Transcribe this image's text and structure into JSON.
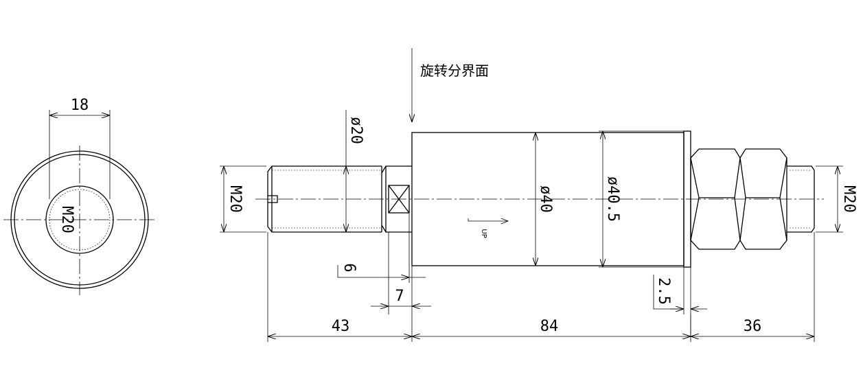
{
  "annotation": {
    "text": "旋转分界面"
  },
  "end_view": {
    "width_dim": "18",
    "thread_label": "M20"
  },
  "side_view": {
    "left_thread": "M20",
    "right_thread": "M20",
    "dia_small": "ø20",
    "dia_body": "ø40",
    "dia_flange": "ø40.5",
    "dim_6": "6",
    "dim_7": "7",
    "dim_2_5": "2.5",
    "len_left": "43",
    "len_mid": "84",
    "len_right": "36",
    "direction_label": "UP"
  }
}
